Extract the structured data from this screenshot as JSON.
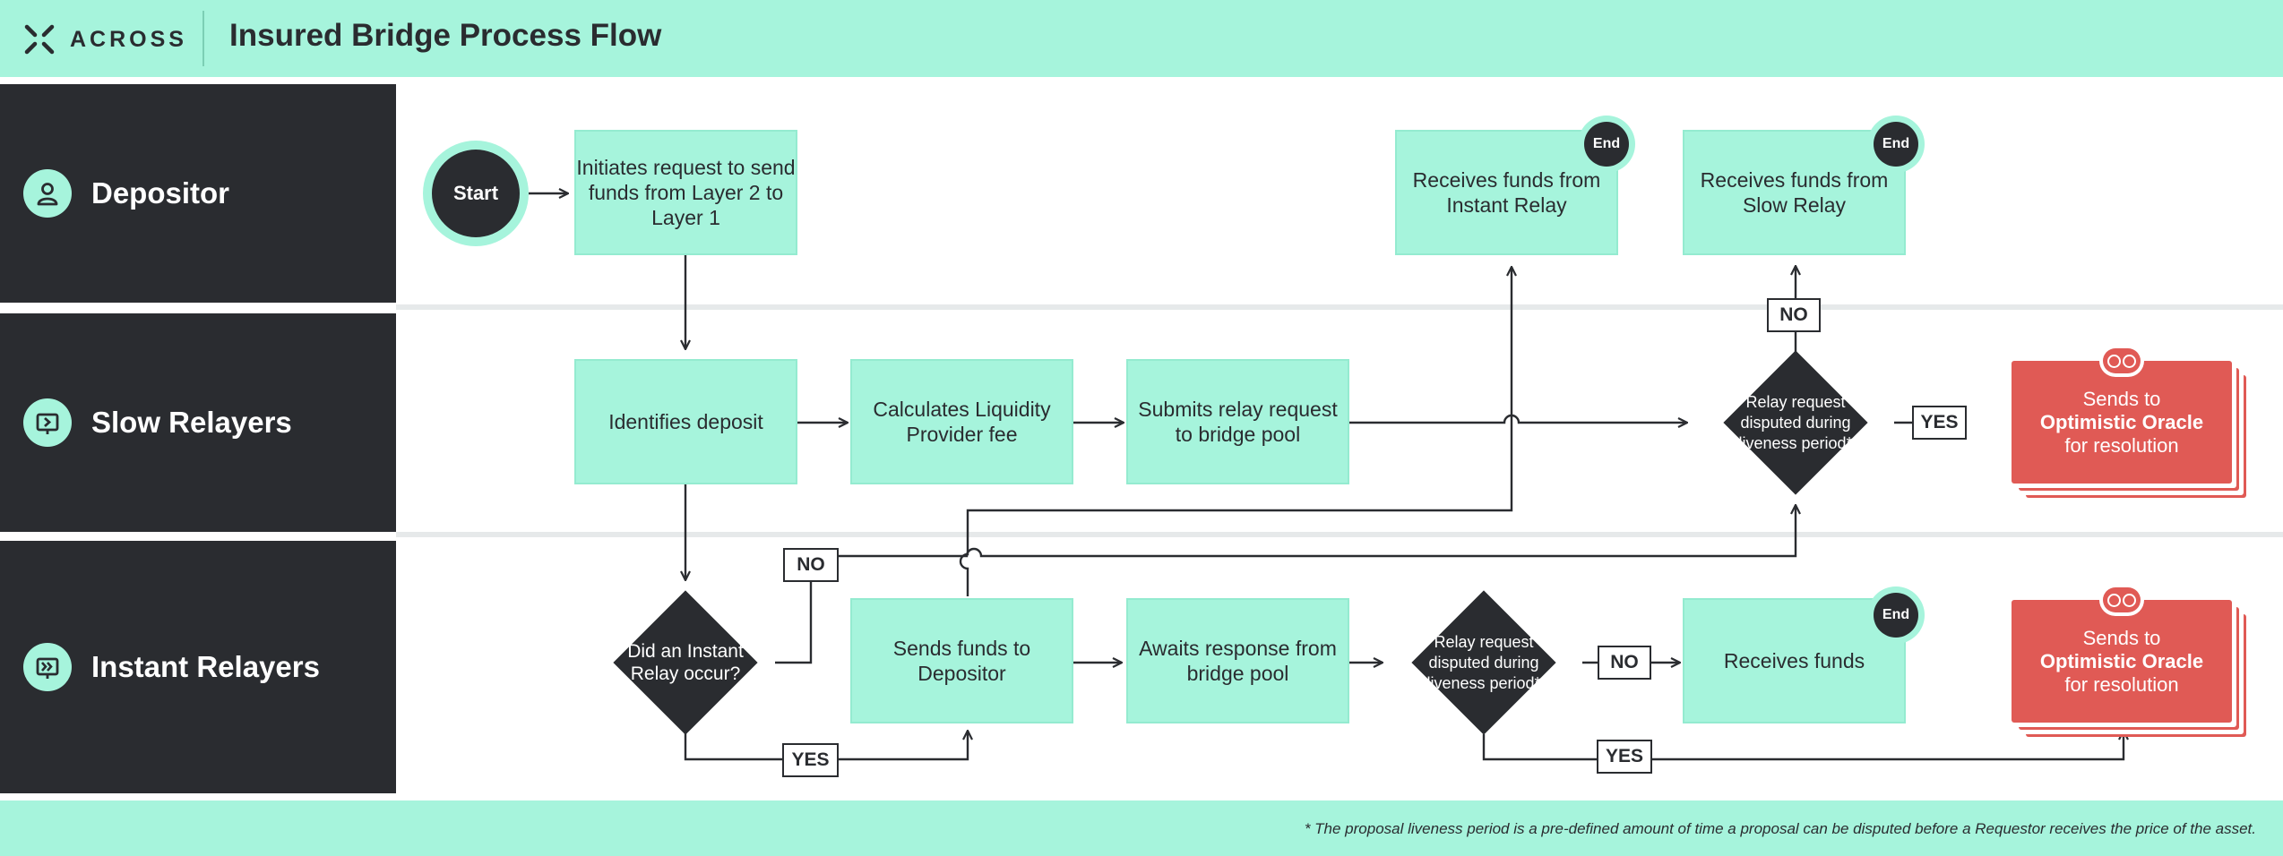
{
  "header": {
    "brand": "ACROSS",
    "title": "Insured Bridge Process Flow"
  },
  "lanes": [
    {
      "label": "Depositor",
      "icon": "user-icon"
    },
    {
      "label": "Slow Relayers",
      "icon": "relay-icon"
    },
    {
      "label": "Instant Relayers",
      "icon": "fast-relay-icon"
    }
  ],
  "start": "Start",
  "end_label": "End",
  "nodes": {
    "initiate": "Initiates request to send funds from Layer 2 to Layer 1",
    "receive_instant": "Receives funds from Instant Relay",
    "receive_slow": "Receives funds from Slow Relay",
    "identify": "Identifies deposit",
    "calc_fee": "Calculates Liquidity Provider fee",
    "submit_relay": "Submits relay request to bridge pool",
    "slow_decision": "Relay request disputed during liveness period*",
    "instant_decision": "Did an Instant Relay occur?",
    "send_funds": "Sends funds to Depositor",
    "await": "Awaits response from bridge pool",
    "instant_dispute": "Relay request disputed during liveness period*",
    "receive_funds": "Receives funds"
  },
  "oracle": {
    "line1": "Sends to",
    "line2": "Optimistic Oracle",
    "line3": "for resolution"
  },
  "tags": {
    "yes": "YES",
    "no": "NO"
  },
  "footnote": "* The proposal liveness period is a pre-defined amount of time a proposal can be disputed before a Requestor receives the price of the asset.",
  "colors": {
    "mint": "#a6f4dc",
    "dark": "#2a2c30",
    "red": "#e05a55"
  }
}
